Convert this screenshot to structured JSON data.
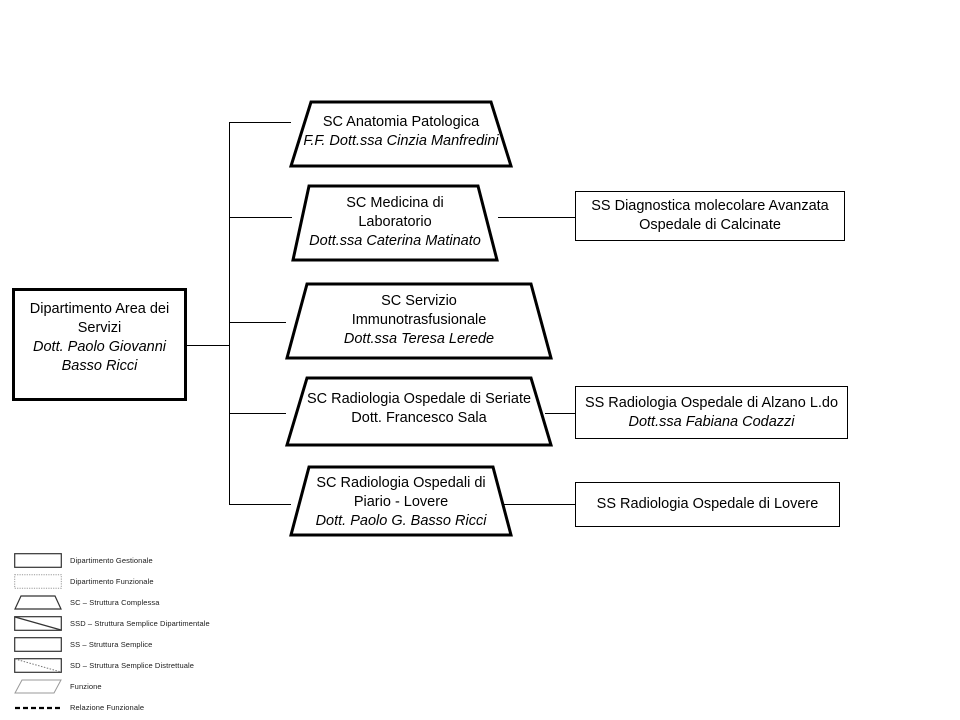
{
  "diagram": {
    "title": "Organigramma Dipartimento Area dei Servizi",
    "root": {
      "name": "root-department",
      "title_line1": "Dipartimento Area dei",
      "title_line2": "Servizi",
      "subtitle_line1": "Dott. Paolo Giovanni",
      "subtitle_line2": "Basso Ricci"
    },
    "units": [
      {
        "name": "sc-anatomia-patologica",
        "shape": "trapezoid",
        "lines": [
          "SC Anatomia Patologica"
        ],
        "subtitle": "F.F. Dott.ssa Cinzia Manfredini",
        "subtitle_style": "italic"
      },
      {
        "name": "sc-medicina-laboratorio",
        "shape": "trapezoid",
        "lines": [
          "SC Medicina di",
          "Laboratorio"
        ],
        "subtitle": "Dott.ssa Caterina Matinato",
        "subtitle_style": "italic"
      },
      {
        "name": "sc-servizio-immunotrasfusionale",
        "shape": "trapezoid",
        "lines": [
          "SC Servizio",
          "Immunotrasfusionale"
        ],
        "subtitle": "Dott.ssa Teresa Lerede",
        "subtitle_style": "italic"
      },
      {
        "name": "sc-radiologia-seriate",
        "shape": "trapezoid",
        "lines": [
          "SC Radiologia Ospedale di Seriate"
        ],
        "subtitle": "Dott. Francesco Sala",
        "subtitle_style": "normal"
      },
      {
        "name": "sc-radiologia-piario-lovere",
        "shape": "trapezoid",
        "lines": [
          "SC Radiologia Ospedali di",
          "Piario - Lovere"
        ],
        "subtitle": "Dott. Paolo G.  Basso Ricci",
        "subtitle_style": "italic"
      }
    ],
    "sub_units": [
      {
        "name": "ss-diagnostica-molecolare",
        "shape": "rectangle",
        "lines": [
          "SS Diagnostica molecolare Avanzata",
          "Ospedale di Calcinate"
        ],
        "subtitle": "",
        "subtitle_style": "normal"
      },
      {
        "name": "ss-radiologia-alzano",
        "shape": "rectangle",
        "lines": [
          "SS Radiologia Ospedale di Alzano L.do"
        ],
        "subtitle": "Dott.ssa Fabiana Codazzi",
        "subtitle_style": "italic"
      },
      {
        "name": "ss-radiologia-lovere",
        "shape": "rectangle",
        "lines": [
          "SS Radiologia Ospedale di Lovere"
        ],
        "subtitle": "",
        "subtitle_style": "normal"
      }
    ]
  },
  "legend": {
    "items": [
      {
        "name": "legend-dipartimento-gestionale",
        "swatch": "rect-solid",
        "label": "Dipartimento Gestionale"
      },
      {
        "name": "legend-dipartimento-funzionale",
        "swatch": "rect-dotted",
        "label": "Dipartimento Funzionale"
      },
      {
        "name": "legend-sc",
        "swatch": "trapezoid",
        "label": "SC – Struttura Complessa"
      },
      {
        "name": "legend-ssd",
        "swatch": "rect-diagonal",
        "label": "SSD – Struttura Semplice Dipartimentale"
      },
      {
        "name": "legend-ss",
        "swatch": "rect-plain",
        "label": "SS – Struttura Semplice"
      },
      {
        "name": "legend-sd",
        "swatch": "rect-diag-dotted",
        "label": "SD – Struttura Semplice Distrettuale"
      },
      {
        "name": "legend-funzione",
        "swatch": "parallelogram",
        "label": "Funzione"
      },
      {
        "name": "legend-relazione-funzionale",
        "swatch": "dashed-line",
        "label": "Relazione Funzionale"
      }
    ]
  },
  "colors": {
    "stroke": "#000000",
    "background": "#ffffff",
    "legend_text": "#1a1a1a"
  }
}
